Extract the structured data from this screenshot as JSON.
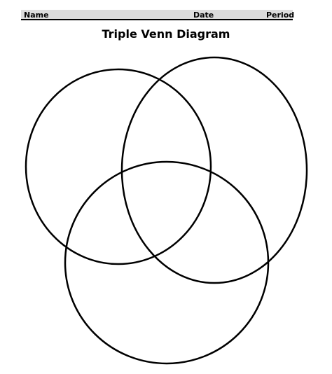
{
  "header": {
    "name_label": "Name",
    "date_label": "Date",
    "period_label": "Period"
  },
  "title": "Triple Venn Diagram",
  "colors": {
    "header_bg": "#dcdcdc",
    "stroke": "#000000"
  }
}
